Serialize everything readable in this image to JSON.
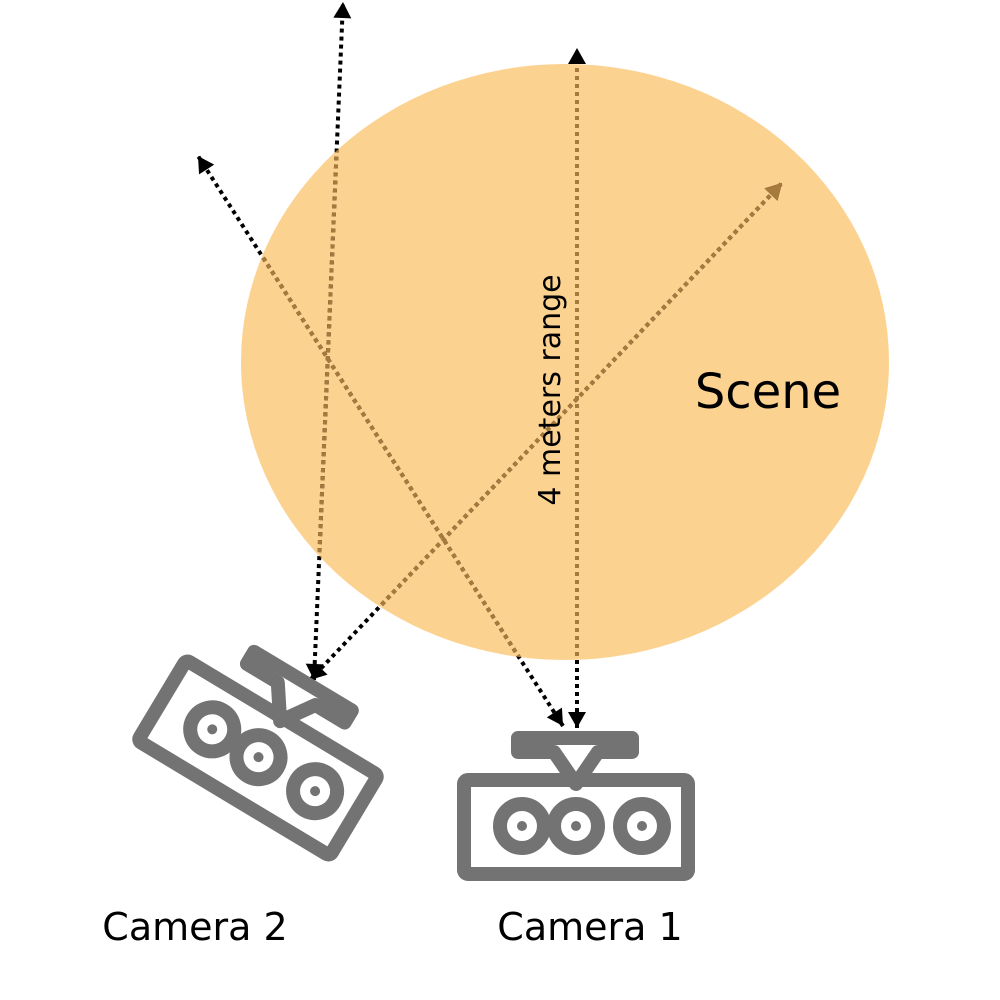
{
  "scene": {
    "label": "Scene",
    "fill_color": "#fcd291"
  },
  "range_label": "4 meters range",
  "cameras": [
    {
      "label": "Camera 1"
    },
    {
      "label": "Camera 2"
    }
  ],
  "colors": {
    "camera": "#737373",
    "ray_outside": "#000000",
    "ray_inside": "#a8793d"
  }
}
